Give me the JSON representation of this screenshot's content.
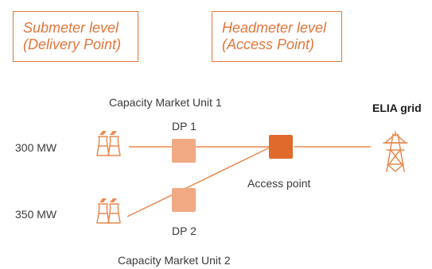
{
  "submeter_box": {
    "line1": "Submeter level",
    "line2": "(Delivery Point)"
  },
  "headmeter_box": {
    "line1": "Headmeter level",
    "line2": "(Access Point)"
  },
  "cmu1_label": "Capacity Market Unit 1",
  "cmu2_label": "Capacity Market Unit 2",
  "elia_label": "ELIA grid",
  "plant1": {
    "capacity": "300 MW",
    "icon": "power-plant-icon"
  },
  "plant2": {
    "capacity": "350 MW",
    "icon": "power-plant-icon"
  },
  "dp1_label": "DP 1",
  "dp2_label": "DP 2",
  "access_point_label": "Access point",
  "grid_icon": "transmission-tower-icon",
  "colors": {
    "accent": "#e2763a",
    "line": "#e8894f",
    "delivery_point": "#f0a983",
    "access_point": "#e06a2c",
    "text": "#3a3a3a"
  }
}
